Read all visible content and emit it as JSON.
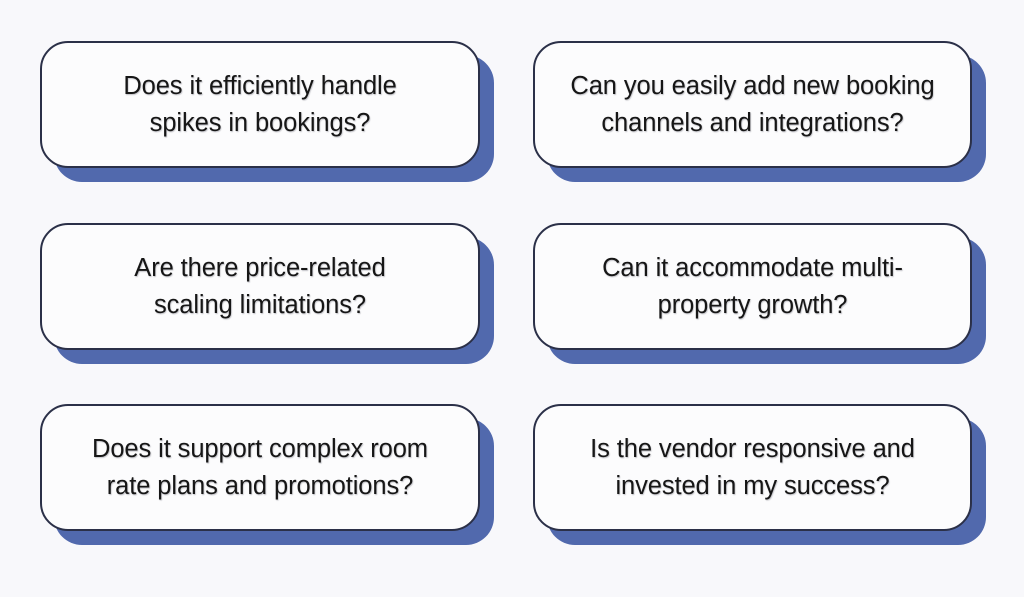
{
  "page": {
    "title": "Hotel software evaluation question cards",
    "background_color": "#f8f8fb"
  },
  "theme": {
    "card_background": "#fcfcfd",
    "card_border_color": "#2b3048",
    "shadow_accent_color": "#5169ad",
    "text_color": "#161616"
  },
  "layout": {
    "columns": 2,
    "rows": 3,
    "card_count": 6
  },
  "cards": [
    {
      "id": "card-1",
      "name": "question-card-spikes-in-bookings",
      "lines": [
        "Does it efficiently handle",
        "spikes in bookings?"
      ],
      "text": "Does it efficiently handle spikes in bookings?"
    },
    {
      "id": "card-2",
      "name": "question-card-booking-channels",
      "lines": [
        "Can you easily add new booking",
        "channels and integrations?"
      ],
      "text": "Can you easily add new booking channels and integrations?"
    },
    {
      "id": "card-3",
      "name": "question-card-price-scaling-limits",
      "lines": [
        "Are there price-related",
        "scaling limitations?"
      ],
      "text": "Are there price-related scaling limitations?"
    },
    {
      "id": "card-4",
      "name": "question-card-multi-property-growth",
      "lines": [
        "Can it accommodate multi-",
        "property growth?"
      ],
      "text": "Can it accommodate multi-property growth?"
    },
    {
      "id": "card-5",
      "name": "question-card-room-rate-plans",
      "lines": [
        "Does it support complex room",
        "rate plans and promotions?"
      ],
      "text": "Does it support complex room rate plans and promotions?"
    },
    {
      "id": "card-6",
      "name": "question-card-vendor-responsiveness",
      "lines": [
        "Is the vendor responsive and",
        "invested in my success?"
      ],
      "text": "Is the vendor responsive and invested in my success?"
    }
  ]
}
